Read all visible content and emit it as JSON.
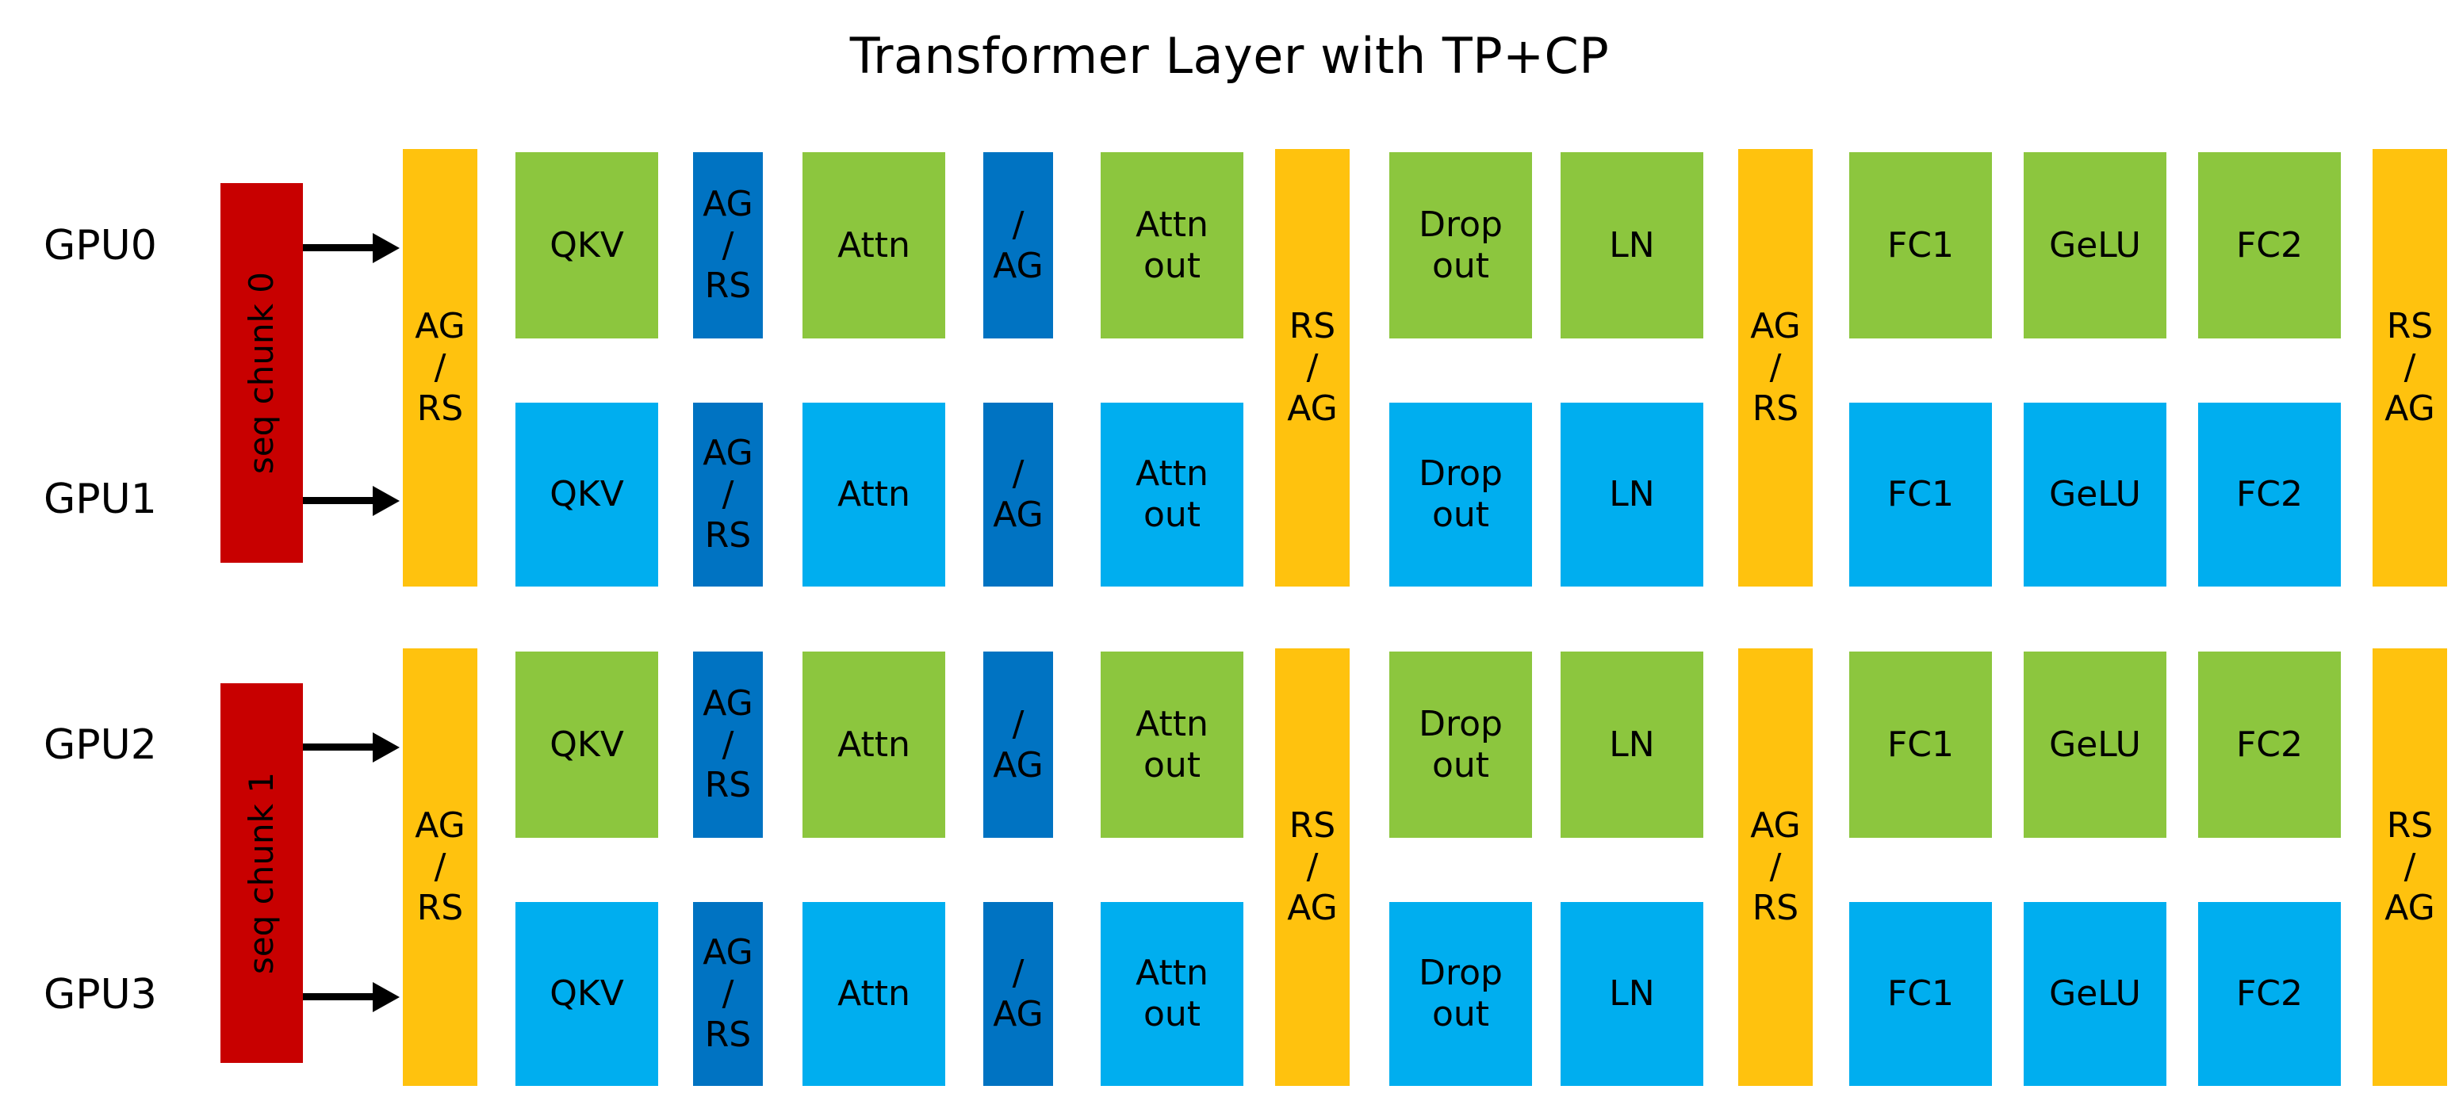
{
  "title": "Transformer Layer with TP+CP",
  "colors": {
    "green": "#8CC63E",
    "light_blue": "#00AEEF",
    "dark_blue": "#0073C2",
    "yellow": "#FFC20E",
    "red": "#C80000",
    "text": "#000000",
    "background": "#FFFFFF"
  },
  "gpu_labels": [
    {
      "text": "GPU0"
    },
    {
      "text": "GPU1"
    },
    {
      "text": "GPU2"
    },
    {
      "text": "GPU3"
    }
  ],
  "seq_chunks": [
    {
      "text": "seq chunk 0"
    },
    {
      "text": "seq chunk 1"
    }
  ],
  "group_columns": [
    {
      "name": "ag-rs-input",
      "text": "AG\n/\nRS"
    },
    {
      "name": "rs-ag-attn",
      "text": "RS\n/\nAG"
    },
    {
      "name": "ag-rs-mlp",
      "text": "AG\n/\nRS"
    },
    {
      "name": "rs-ag-output",
      "text": "RS\n/\nAG"
    }
  ],
  "pipeline_blocks": [
    {
      "name": "qkv",
      "text": "QKV",
      "kind": "compute"
    },
    {
      "name": "ag-rs",
      "text": "AG\n/\nRS",
      "kind": "comm"
    },
    {
      "name": "attn",
      "text": "Attn",
      "kind": "compute"
    },
    {
      "name": "ag",
      "text": "/\nAG",
      "kind": "comm"
    },
    {
      "name": "attn-out",
      "text": "Attn\nout",
      "kind": "compute"
    },
    {
      "name": "dropout",
      "text": "Drop\nout",
      "kind": "compute"
    },
    {
      "name": "ln",
      "text": "LN",
      "kind": "compute"
    },
    {
      "name": "fc1",
      "text": "FC1",
      "kind": "compute"
    },
    {
      "name": "gelu",
      "text": "GeLU",
      "kind": "compute"
    },
    {
      "name": "fc2",
      "text": "FC2",
      "kind": "compute"
    }
  ],
  "rows": [
    {
      "gpu": "GPU0",
      "kind": "compute-green",
      "blocks": [
        "QKV",
        "AG\n/\nRS",
        "Attn",
        "/\nAG",
        "Attn\nout",
        "Drop\nout",
        "LN",
        "FC1",
        "GeLU",
        "FC2"
      ]
    },
    {
      "gpu": "GPU1",
      "kind": "compute-blue",
      "blocks": [
        "QKV",
        "AG\n/\nRS",
        "Attn",
        "/\nAG",
        "Attn\nout",
        "Drop\nout",
        "LN",
        "FC1",
        "GeLU",
        "FC2"
      ]
    },
    {
      "gpu": "GPU2",
      "kind": "compute-green",
      "blocks": [
        "QKV",
        "AG\n/\nRS",
        "Attn",
        "/\nAG",
        "Attn\nout",
        "Drop\nout",
        "LN",
        "FC1",
        "GeLU",
        "FC2"
      ]
    },
    {
      "gpu": "GPU3",
      "kind": "compute-blue",
      "blocks": [
        "QKV",
        "AG\n/\nRS",
        "Attn",
        "/\nAG",
        "Attn\nout",
        "Drop\nout",
        "LN",
        "FC1",
        "GeLU",
        "FC2"
      ]
    }
  ]
}
